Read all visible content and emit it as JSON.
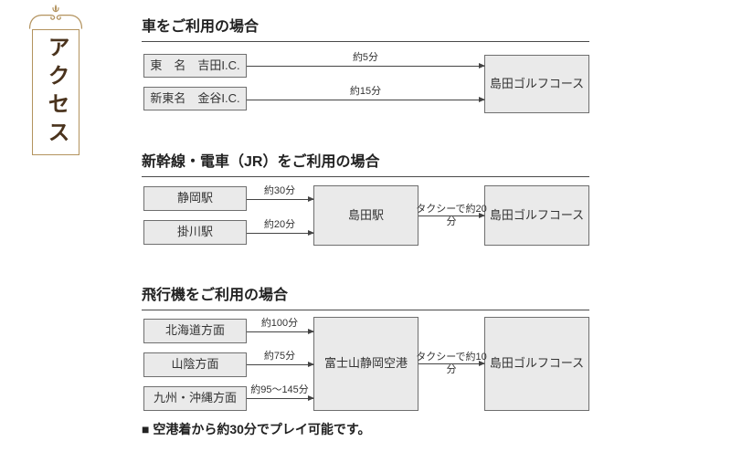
{
  "access_label": {
    "text": "アクセス"
  },
  "car": {
    "title": "車をご利用の場合",
    "origins": [
      "東　名　吉田I.C.",
      "新東名　金谷I.C."
    ],
    "durations": [
      "約5分",
      "約15分"
    ],
    "destination": "島田ゴルフコース"
  },
  "train": {
    "title": "新幹線・電車（JR）をご利用の場合",
    "origins": [
      "静岡駅",
      "掛川駅"
    ],
    "durations": [
      "約30分",
      "約20分"
    ],
    "hub": "島田駅",
    "taxi": {
      "line1": "タクシーで約20",
      "line2": "分"
    },
    "destination": "島田ゴルフコース"
  },
  "plane": {
    "title": "飛行機をご利用の場合",
    "origins": [
      "北海道方面",
      "山陰方面",
      "九州・沖縄方面"
    ],
    "durations": [
      "約100分",
      "約75分",
      "約95～145分"
    ],
    "hub": "富士山静岡空港",
    "taxi": {
      "line1": "タクシーで約10",
      "line2": "分"
    },
    "destination": "島田ゴルフコース"
  },
  "note": "■ 空港着から約30分でプレイ可能です。",
  "colors": {
    "accent_gold": "#b3935e",
    "access_text": "#4a331d",
    "box_fill": "#eaeaea",
    "box_border": "#6f6f6f",
    "arrow": "#444444",
    "title_underline": "#4a4a4a"
  }
}
